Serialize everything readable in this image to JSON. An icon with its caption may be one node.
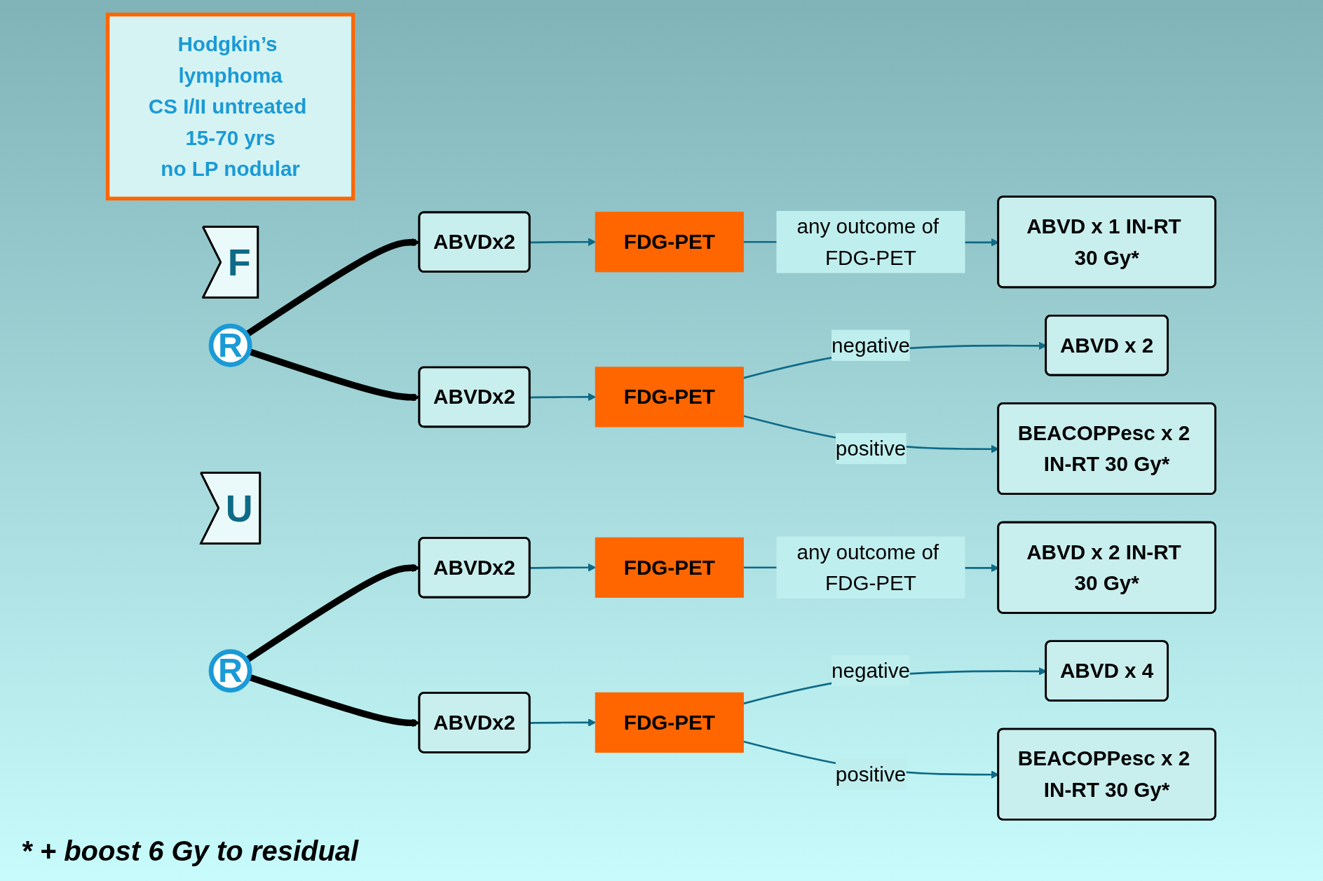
{
  "diagram": {
    "nodes": [
      {
        "text": [
          "Hodgkin’s lymphoma",
          "CS I/II untreated 15-70 yrs",
          "no LP nodular"
        ]
      },
      {
        "text": [
          "F"
        ]
      },
      {
        "text": [
          "R"
        ]
      },
      {
        "text": [
          "ABVDx2"
        ]
      },
      {
        "text": [
          "FDG-PET"
        ]
      },
      {
        "text": [
          "ABVD x 1 IN-RT 30 Gy*"
        ]
      },
      {
        "text": [
          "ABVDx2"
        ]
      },
      {
        "text": [
          "FDG-PET"
        ]
      },
      {
        "text": [
          "ABVD x 2"
        ]
      },
      {
        "text": [
          "BEACOPPesc x 2 IN-RT 30 Gy*"
        ]
      },
      {
        "text": [
          "U"
        ]
      },
      {
        "text": [
          "R"
        ]
      },
      {
        "text": [
          "ABVDx2"
        ]
      },
      {
        "text": [
          "FDG-PET"
        ]
      },
      {
        "text": [
          "ABVD x 2 IN-RT 30 Gy*"
        ]
      },
      {
        "text": [
          "ABVD x 4"
        ]
      },
      {
        "text": [
          "ABVDx2"
        ]
      },
      {
        "text": [
          "FDG-PET"
        ]
      },
      {
        "text": [
          "BEACOPPesc x 2 IN-RT 30 Gy*"
        ]
      }
    ],
    "edges": [
      {
        "from": 2,
        "to": 3,
        "arrow": "to",
        "style": "thick",
        "color": "#000000"
      },
      {
        "from": 2,
        "to": 6,
        "arrow": "to",
        "style": "thick",
        "color": "#000000"
      },
      {
        "from": 3,
        "to": 4,
        "arrow": "to"
      },
      {
        "from": 4,
        "to": 5,
        "arrow": "to",
        "label": "any outcome of FDG-PET"
      },
      {
        "from": 6,
        "to": 7,
        "arrow": "to"
      },
      {
        "from": 7,
        "to": 8,
        "arrow": "to",
        "label": "negative"
      },
      {
        "from": 7,
        "to": 9,
        "arrow": "to",
        "label": "positive"
      },
      {
        "from": 11,
        "to": 12,
        "arrow": "to",
        "style": "thick",
        "color": "#000000"
      },
      {
        "from": 11,
        "to": 16,
        "arrow": "to",
        "style": "thick",
        "color": "#000000"
      },
      {
        "from": 12,
        "to": 13,
        "arrow": "to"
      },
      {
        "from": 13,
        "to": 14,
        "arrow": "to",
        "label": "any outcome of FDG-PET"
      },
      {
        "from": 16,
        "to": 17,
        "arrow": "to"
      },
      {
        "from": 17,
        "to": 15,
        "arrow": "to",
        "label": "negative"
      },
      {
        "from": 17,
        "to": 18,
        "arrow": "to",
        "label": "positive"
      }
    ],
    "labels": [
      "* + boost 6 Gy to residual"
    ]
  }
}
